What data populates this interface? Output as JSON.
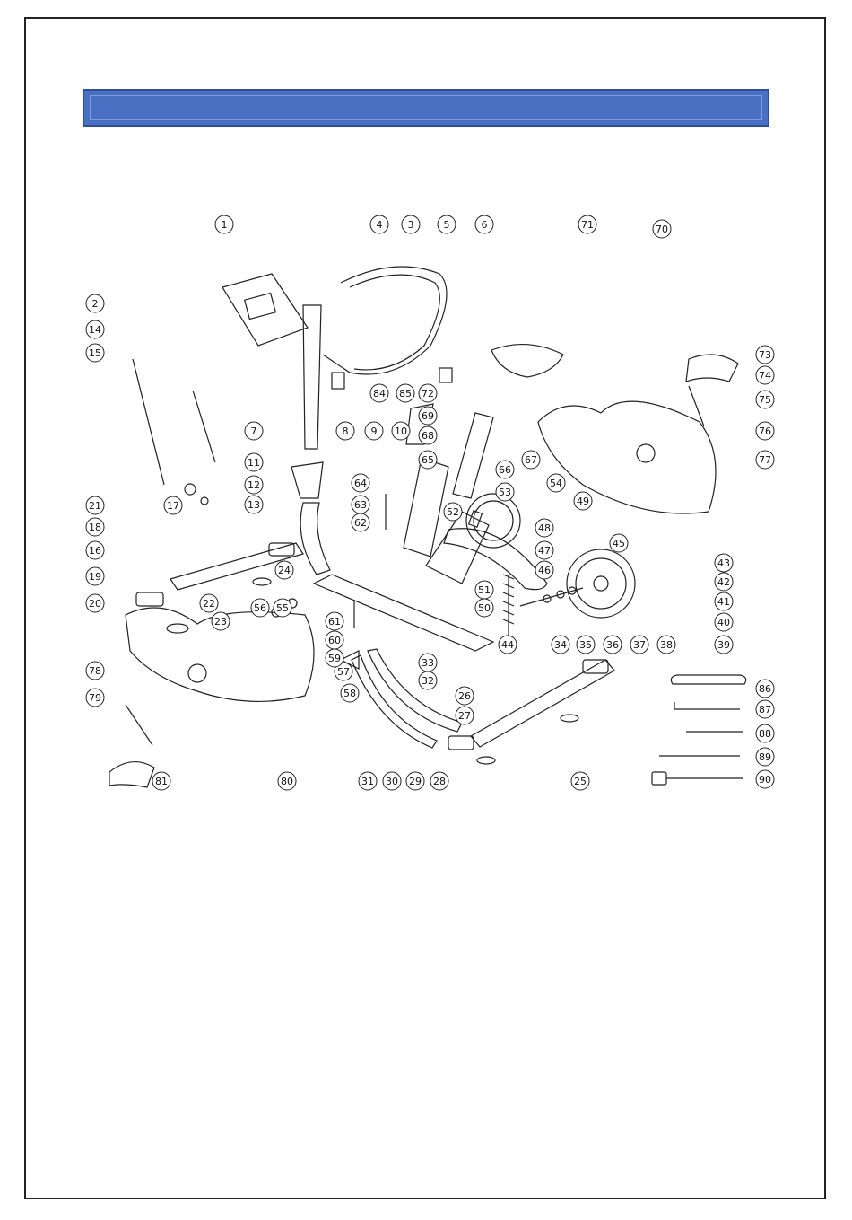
{
  "header": {
    "title": ""
  },
  "diagram": {
    "kind": "exploded parts view",
    "callouts": [
      {
        "label": "1"
      },
      {
        "label": "2"
      },
      {
        "label": "3"
      },
      {
        "label": "4"
      },
      {
        "label": "5"
      },
      {
        "label": "6"
      },
      {
        "label": "7"
      },
      {
        "label": "8"
      },
      {
        "label": "9"
      },
      {
        "label": "10"
      },
      {
        "label": "11"
      },
      {
        "label": "12"
      },
      {
        "label": "13"
      },
      {
        "label": "14"
      },
      {
        "label": "15"
      },
      {
        "label": "16"
      },
      {
        "label": "17"
      },
      {
        "label": "18"
      },
      {
        "label": "19"
      },
      {
        "label": "20"
      },
      {
        "label": "21"
      },
      {
        "label": "22"
      },
      {
        "label": "23"
      },
      {
        "label": "24"
      },
      {
        "label": "25"
      },
      {
        "label": "26"
      },
      {
        "label": "27"
      },
      {
        "label": "28"
      },
      {
        "label": "29"
      },
      {
        "label": "30"
      },
      {
        "label": "31"
      },
      {
        "label": "32"
      },
      {
        "label": "33"
      },
      {
        "label": "34"
      },
      {
        "label": "35"
      },
      {
        "label": "36"
      },
      {
        "label": "37"
      },
      {
        "label": "38"
      },
      {
        "label": "39"
      },
      {
        "label": "40"
      },
      {
        "label": "41"
      },
      {
        "label": "42"
      },
      {
        "label": "43"
      },
      {
        "label": "44"
      },
      {
        "label": "45"
      },
      {
        "label": "46"
      },
      {
        "label": "47"
      },
      {
        "label": "48"
      },
      {
        "label": "49"
      },
      {
        "label": "50"
      },
      {
        "label": "51"
      },
      {
        "label": "52"
      },
      {
        "label": "53"
      },
      {
        "label": "54"
      },
      {
        "label": "55"
      },
      {
        "label": "56"
      },
      {
        "label": "57"
      },
      {
        "label": "58"
      },
      {
        "label": "59"
      },
      {
        "label": "60"
      },
      {
        "label": "61"
      },
      {
        "label": "62"
      },
      {
        "label": "63"
      },
      {
        "label": "64"
      },
      {
        "label": "65"
      },
      {
        "label": "66"
      },
      {
        "label": "67"
      },
      {
        "label": "68"
      },
      {
        "label": "69"
      },
      {
        "label": "70"
      },
      {
        "label": "71"
      },
      {
        "label": "72"
      },
      {
        "label": "73"
      },
      {
        "label": "74"
      },
      {
        "label": "75"
      },
      {
        "label": "76"
      },
      {
        "label": "77"
      },
      {
        "label": "78"
      },
      {
        "label": "79"
      },
      {
        "label": "80"
      },
      {
        "label": "81"
      },
      {
        "label": "84"
      },
      {
        "label": "85"
      },
      {
        "label": "86"
      },
      {
        "label": "87"
      },
      {
        "label": "88"
      },
      {
        "label": "89"
      },
      {
        "label": "90"
      }
    ]
  },
  "colors": {
    "header_fill": "#4a70c4",
    "header_border": "#2f4f99",
    "line": "#222222"
  }
}
